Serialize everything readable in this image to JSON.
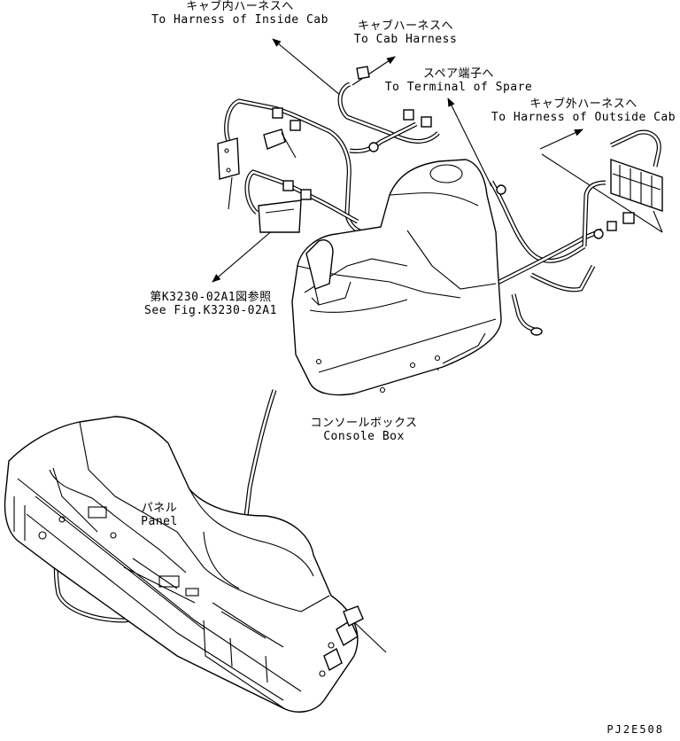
{
  "labels": {
    "inside_cab": {
      "jp": "キャブ内ハーネスへ",
      "en": "To Harness of Inside Cab"
    },
    "cab_harness": {
      "jp": "キャブハーネスへ",
      "en": "To Cab Harness"
    },
    "spare_terminal": {
      "jp": "スペア端子へ",
      "en": "To Terminal of Spare"
    },
    "outside_cab": {
      "jp": "キャブ外ハーネスへ",
      "en": "To Harness of Outside Cab"
    },
    "see_fig": {
      "jp": "第K3230-02A1図参照",
      "en": "See Fig.K3230-02A1"
    },
    "console_box": {
      "jp": "コンソールボックス",
      "en": "Console Box"
    },
    "panel": {
      "jp": "パネル",
      "en": "Panel"
    }
  },
  "drawing_code": "PJ2E508"
}
